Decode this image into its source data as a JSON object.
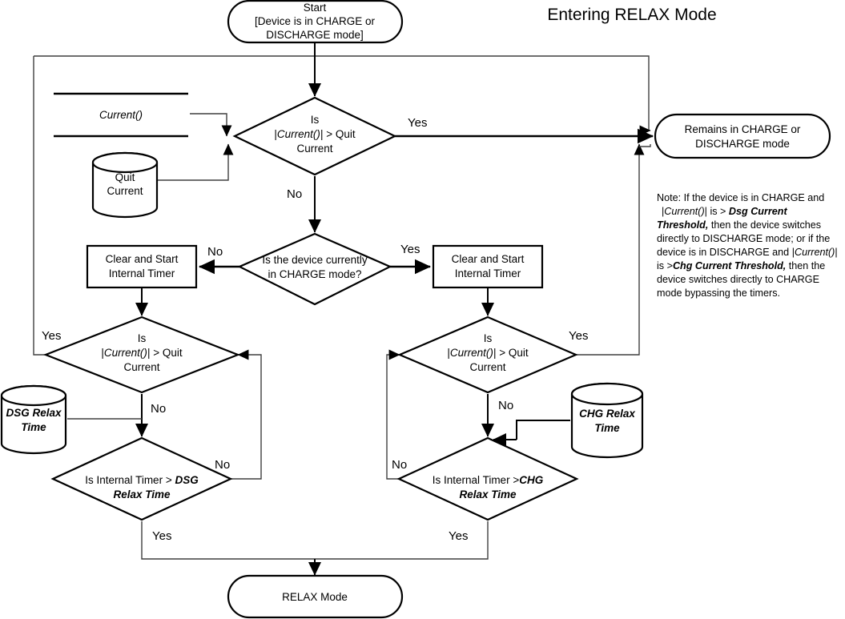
{
  "title": "Entering RELAX Mode",
  "nodes": {
    "start": {
      "line1": "Start",
      "line2": "[Device is in CHARGE or",
      "line3": "DISCHARGE mode]"
    },
    "current_source": {
      "label": "Current()"
    },
    "quit_current_store": {
      "line1": "Quit",
      "line2": "Current"
    },
    "decision_quit_top": {
      "line1": "Is",
      "line2_a": "|",
      "line2_b": "Current()",
      "line2_c": "| > Quit",
      "line3": "Current"
    },
    "remains_mode": {
      "line1": "Remains in CHARGE or",
      "line2": "DISCHARGE mode"
    },
    "decision_charge_mode": {
      "line1": "Is the device currently",
      "line2": "in CHARGE mode?"
    },
    "timer_left": {
      "line1": "Clear and Start",
      "line2": "Internal Timer"
    },
    "timer_right": {
      "line1": "Clear and Start",
      "line2": "Internal Timer"
    },
    "decision_quit_left": {
      "line1": "Is",
      "line2_a": "|",
      "line2_b": "Current()",
      "line2_c": "| > Quit",
      "line3": "Current"
    },
    "decision_quit_right": {
      "line1": "Is",
      "line2_a": "|",
      "line2_b": "Current()",
      "line2_c": "| > Quit",
      "line3": "Current"
    },
    "dsg_relax_store": {
      "line1": "DSG Relax",
      "line2": "Time"
    },
    "chg_relax_store": {
      "line1": "CHG Relax",
      "line2": "Time"
    },
    "decision_timer_dsg": {
      "line1_a": "Is Internal Timer >",
      "line1_b": "DSG",
      "line2": "Relax Time"
    },
    "decision_timer_chg": {
      "line1_a": "Is Internal Timer >",
      "line1_b": "CHG",
      "line2": "Relax Time"
    },
    "relax_mode": {
      "label": "RELAX Mode"
    }
  },
  "edge_labels": {
    "quit_top_yes": "Yes",
    "quit_top_no": "No",
    "charge_mode_no": "No",
    "charge_mode_yes": "Yes",
    "quit_left_yes": "Yes",
    "quit_left_no": "No",
    "quit_right_yes": "Yes",
    "quit_right_no": "No",
    "timer_dsg_no": "No",
    "timer_dsg_yes": "Yes",
    "timer_chg_no": "No",
    "timer_chg_yes": "Yes"
  },
  "note": {
    "l1_a": "Note",
    "l1_b": ": If the device is in CHARGE and",
    "l2_a": "|",
    "l2_b": "Current()",
    "l2_c": "|",
    "l2_d": " is > ",
    "l2_e": "Dsg Current",
    "l3_a": "Threshold,",
    "l3_b": "  then the device switches",
    "l4": "directly to DISCHARGE mode; or if the",
    "l5_a": "device is in DISCHARGE and ",
    "l5_b": "|Current()|",
    "l6_a": "is >",
    "l6_b": "Chg Current Threshold,",
    "l6_c": " then the",
    "l7": "device switches directly to CHARGE",
    "l8": "mode bypassing the timers."
  },
  "colors": {
    "stroke": "#000000",
    "connector_thin": "#3f3f3f",
    "background": "#ffffff"
  }
}
